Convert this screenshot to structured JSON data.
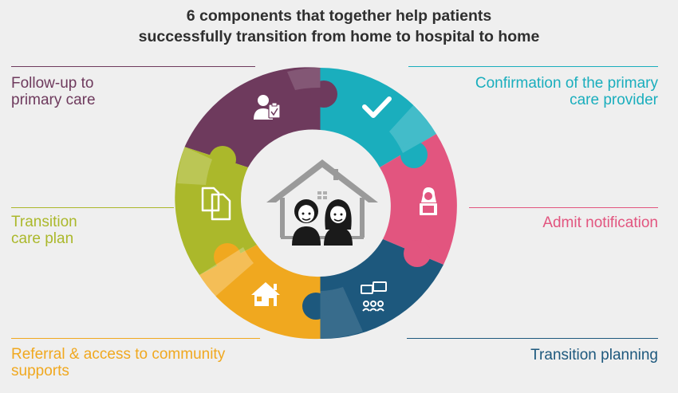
{
  "title": {
    "line1": "6 components that together help patients",
    "line2": "successfully transition from home to hospital to home"
  },
  "components": [
    {
      "id": "followup",
      "line1": "Follow-up to",
      "line2": "primary care",
      "color": "#6e3a5d",
      "icon": "doctor-clipboard-icon"
    },
    {
      "id": "confirmation",
      "line1": "Confirmation of the primary",
      "line2": "care provider",
      "color": "#1aaebd",
      "icon": "checkmark-icon"
    },
    {
      "id": "admit",
      "line1": "Admit notification",
      "color": "#e2557f",
      "icon": "person-laptop-icon"
    },
    {
      "id": "planning",
      "line1": "Transition planning",
      "color": "#1d587d",
      "icon": "chat-people-icon"
    },
    {
      "id": "referral",
      "line1": "Referral & access to community",
      "line2": "supports",
      "color": "#f0a81f",
      "icon": "house-icon"
    },
    {
      "id": "careplan",
      "line1": "Transition",
      "line2": "care plan",
      "color": "#abb82b",
      "icon": "documents-icon"
    }
  ],
  "center": {
    "icon": "home-family-icon"
  }
}
